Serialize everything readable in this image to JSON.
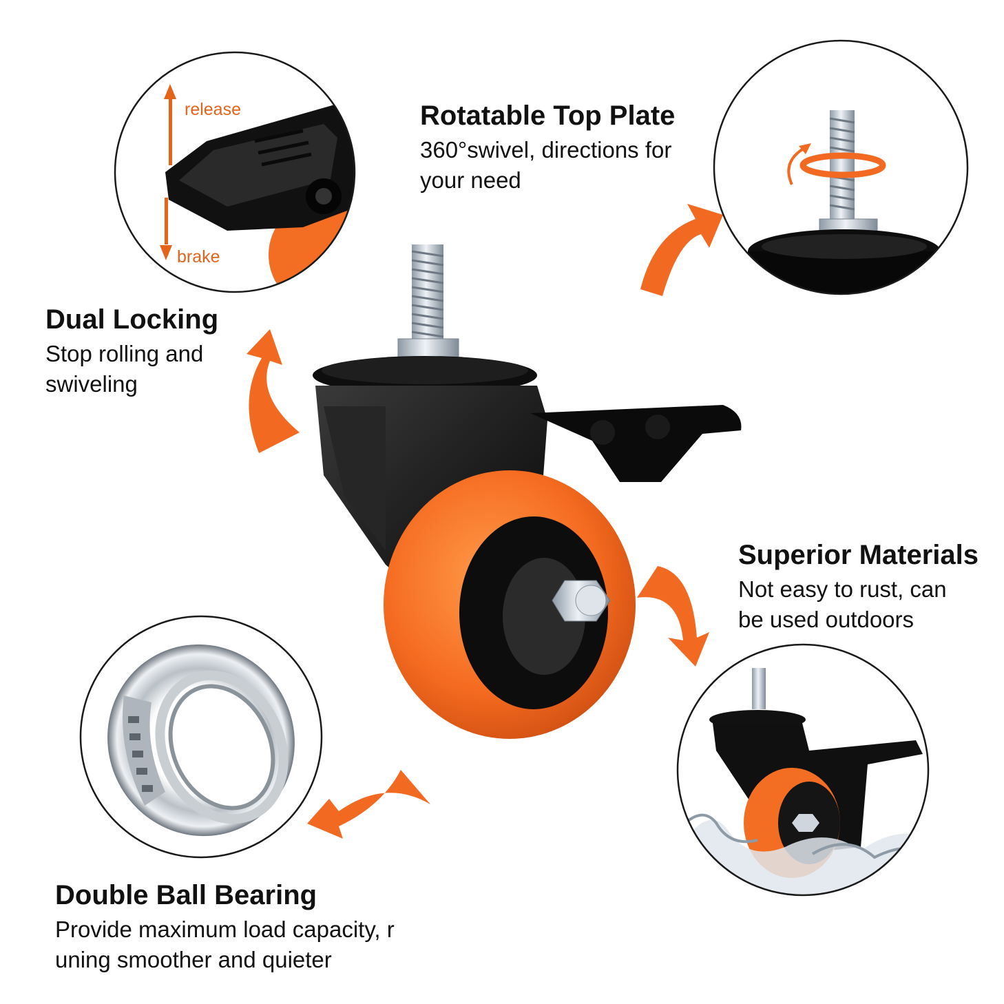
{
  "accent_color": "#f26a22",
  "features": {
    "rotatable": {
      "title": "Rotatable Top Plate",
      "desc_lines": [
        "360°swivel, directions for",
        "your need"
      ]
    },
    "locking": {
      "title": "Dual Locking",
      "desc_lines": [
        "Stop rolling and",
        "swiveling"
      ]
    },
    "materials": {
      "title": "Superior Materials",
      "desc_lines": [
        "Not easy to rust, can",
        "be used outdoors"
      ]
    },
    "bearing": {
      "title": "Double Ball Bearing",
      "desc_lines": [
        "Provide maximum load capacity, r",
        "uning smoother and quieter"
      ]
    }
  },
  "brake_diagram": {
    "release_label": "release",
    "brake_label": "brake"
  },
  "icons": [
    "caster-wheel-icon",
    "curved-arrow-icon",
    "ball-bearing-icon",
    "threaded-stem-icon"
  ]
}
